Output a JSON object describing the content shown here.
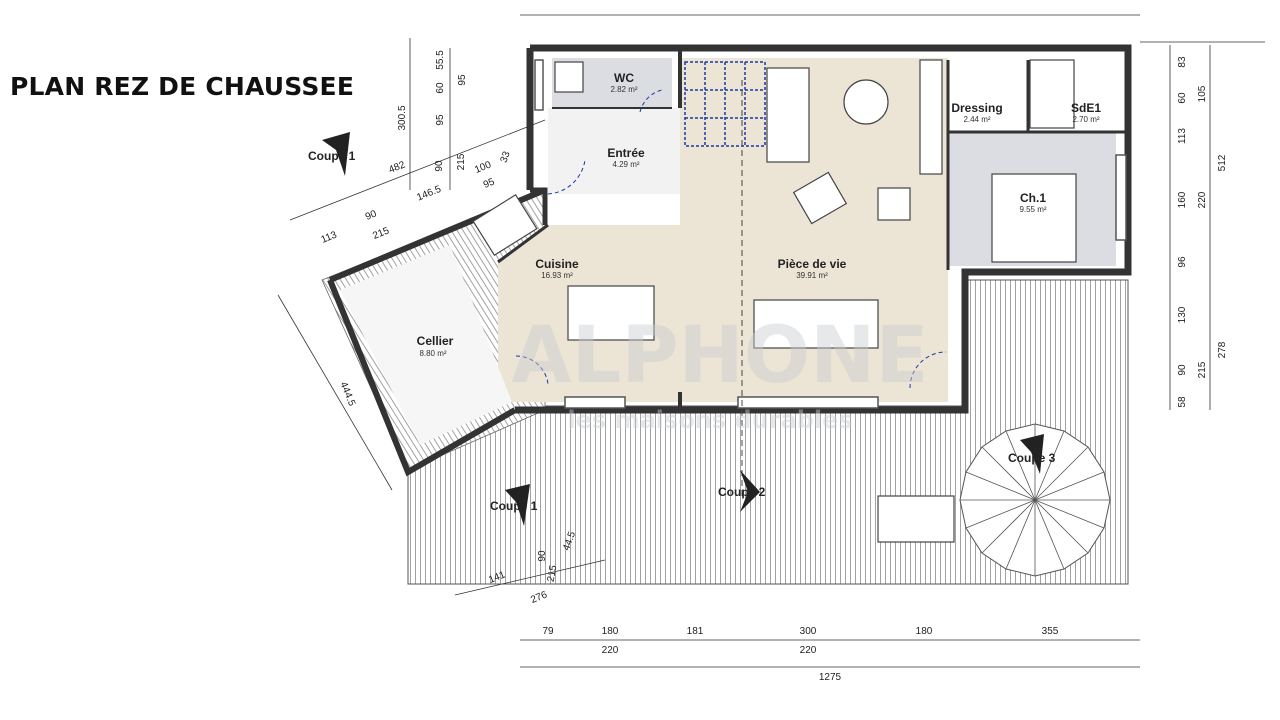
{
  "title": "PLAN REZ DE CHAUSSEE",
  "rooms": [
    {
      "id": "wc",
      "name": "WC",
      "area": "2.82 m²"
    },
    {
      "id": "entree",
      "name": "Entrée",
      "area": "4.29 m²"
    },
    {
      "id": "cuisine",
      "name": "Cuisine",
      "area": "16.93 m²"
    },
    {
      "id": "piece",
      "name": "Pièce de vie",
      "area": "39.91 m²"
    },
    {
      "id": "cellier",
      "name": "Cellier",
      "area": "8.80 m²"
    },
    {
      "id": "dressing",
      "name": "Dressing",
      "area": "2.44 m²"
    },
    {
      "id": "sde",
      "name": "SdE1",
      "area": "2.70 m²"
    },
    {
      "id": "ch1",
      "name": "Ch.1",
      "area": "9.55 m²"
    }
  ],
  "cuts": [
    "Coupe 1",
    "Coupe 1",
    "Coupe 2",
    "Coupe 3"
  ],
  "dims": {
    "bottom_top": [
      "79",
      "180",
      "181",
      "300",
      "180",
      "355"
    ],
    "bottom_mid": [
      "220",
      "220"
    ],
    "bottom_total": "1275",
    "right": [
      "83",
      "60",
      "105",
      "113",
      "512",
      "160",
      "220",
      "96",
      "130",
      "278",
      "90",
      "215",
      "58"
    ],
    "left_vertical": [
      "55.5",
      "60",
      "95",
      "300.5",
      "95"
    ],
    "left_top": [
      "482",
      "90",
      "215",
      "100",
      "33",
      "146.5",
      "95"
    ],
    "left_diag": [
      "113",
      "90",
      "215"
    ],
    "left_side": "444.5",
    "bottom_left": [
      "141",
      "90",
      "44.5",
      "215",
      "276"
    ]
  },
  "watermark": {
    "brand": "ALPHONE",
    "tagline": "les maisons durables"
  }
}
